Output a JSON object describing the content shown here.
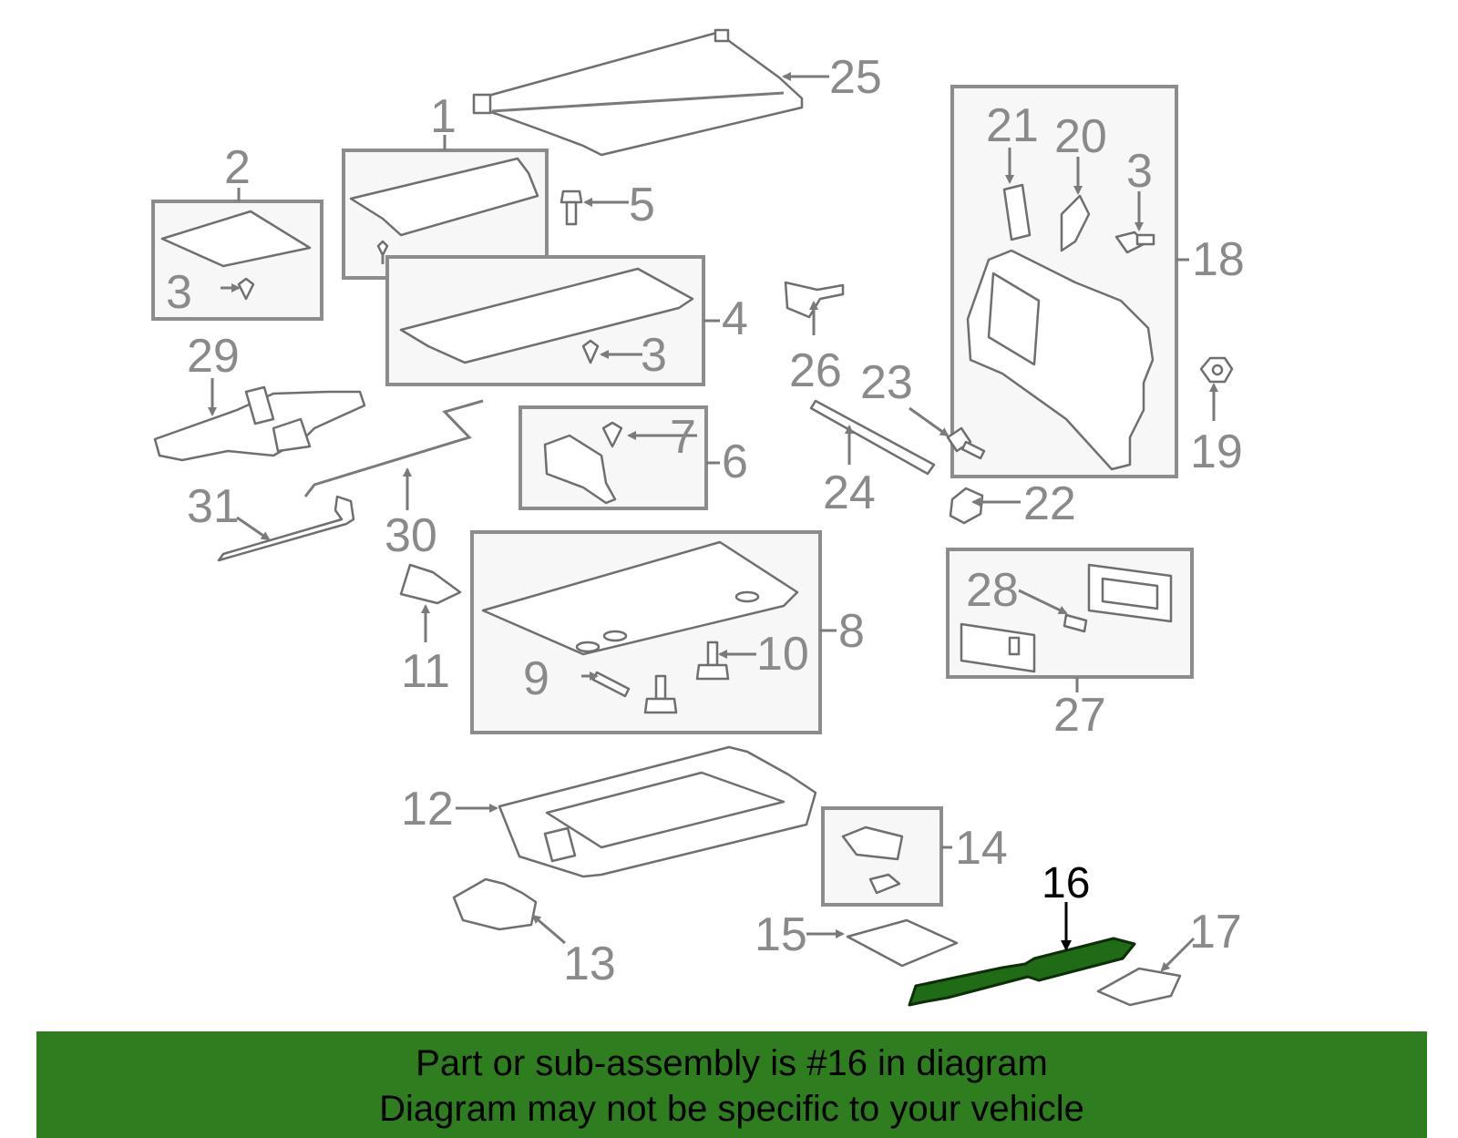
{
  "callouts": {
    "c1": "1",
    "c2": "2",
    "c3a": "3",
    "c3b": "3",
    "c3c": "3",
    "c4": "4",
    "c5": "5",
    "c6": "6",
    "c7": "7",
    "c8": "8",
    "c9": "9",
    "c10": "10",
    "c11": "11",
    "c12": "12",
    "c13": "13",
    "c14": "14",
    "c15": "15",
    "c16": "16",
    "c17": "17",
    "c18": "18",
    "c19": "19",
    "c20": "20",
    "c21": "21",
    "c22": "22",
    "c23": "23",
    "c24": "24",
    "c25": "25",
    "c26": "26",
    "c27": "27",
    "c28": "28",
    "c29": "29",
    "c30": "30",
    "c31": "31"
  },
  "highlighted_part": "16",
  "colors": {
    "highlight": "#1f6b16",
    "banner": "#2e7d1f",
    "callout": "#8a8a8a",
    "box": "#8c8c8c"
  },
  "banner": {
    "line1": "Part or sub-assembly is #16 in diagram",
    "line2": "Diagram may not be specific to your vehicle"
  }
}
